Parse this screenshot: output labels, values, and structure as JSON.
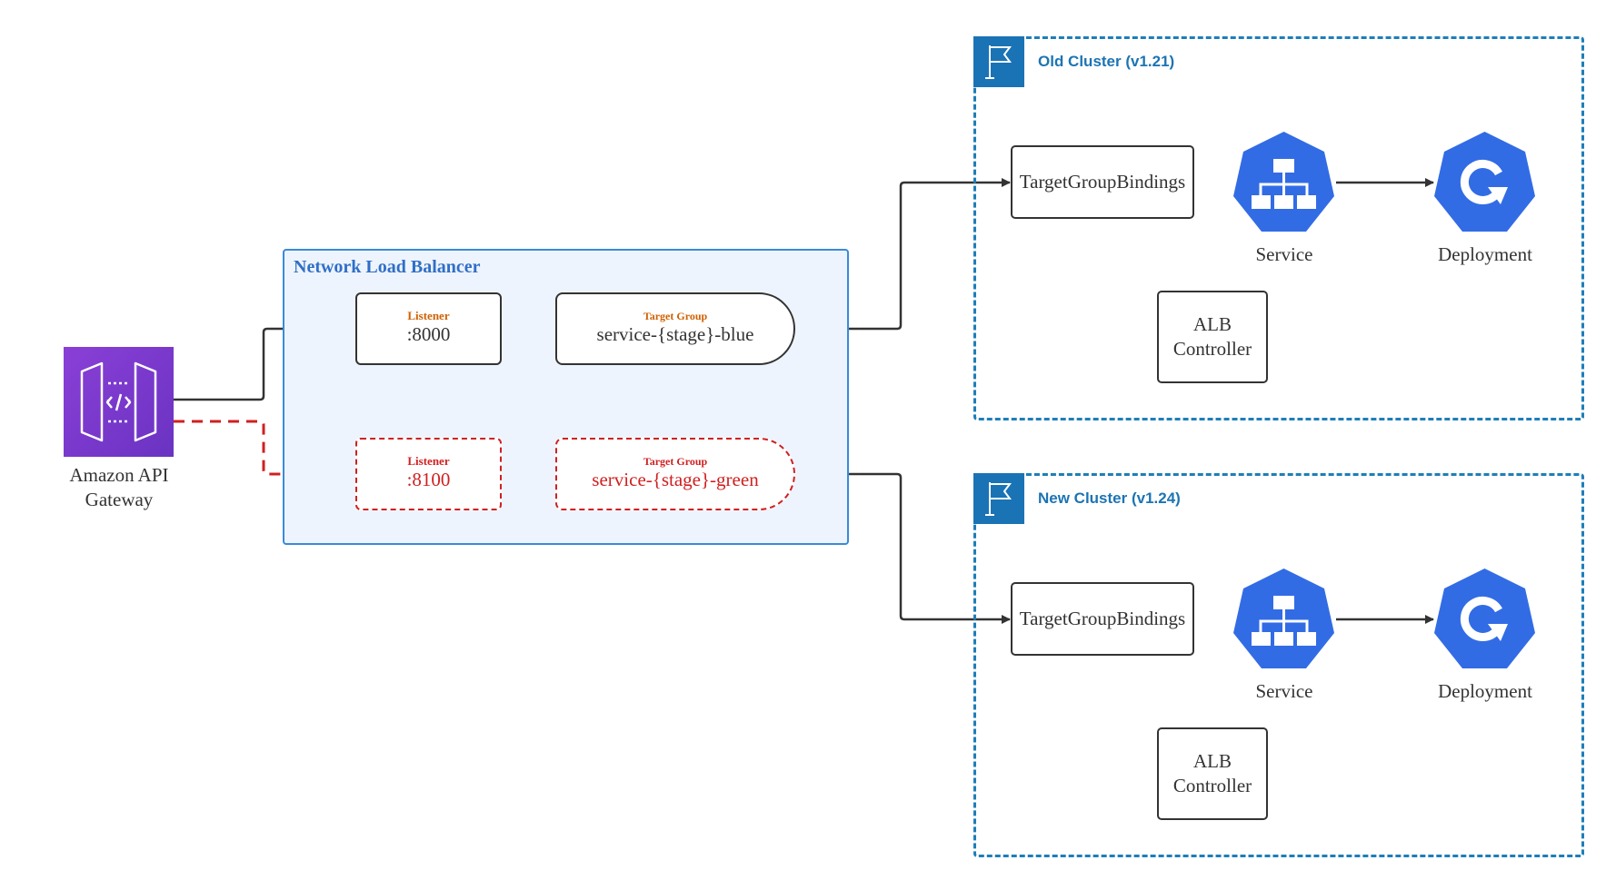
{
  "api_gateway": {
    "label_line1": "Amazon API",
    "label_line2": "Gateway",
    "color": "#7b3fc4"
  },
  "nlb": {
    "title": "Network Load Balancer",
    "listener_blue": {
      "caption": "Listener",
      "value": ":8000"
    },
    "listener_green": {
      "caption": "Listener",
      "value": ":8100"
    },
    "tg_blue": {
      "caption": "Target Group",
      "value": "service-{stage}-blue"
    },
    "tg_green": {
      "caption": "Target Group",
      "value": "service-{stage}-green"
    }
  },
  "old_cluster": {
    "title": "Old Cluster (v1.21)",
    "tgb": "TargetGroupBindings",
    "service": "Service",
    "deployment": "Deployment",
    "alb_line1": "ALB",
    "alb_line2": "Controller"
  },
  "new_cluster": {
    "title": "New Cluster (v1.24)",
    "tgb": "TargetGroupBindings",
    "service": "Service",
    "deployment": "Deployment",
    "alb_line1": "ALB",
    "alb_line2": "Controller"
  },
  "colors": {
    "k8s_blue": "#326ce5",
    "cluster_border": "#1e7eb8",
    "green_path": "#d02020"
  }
}
